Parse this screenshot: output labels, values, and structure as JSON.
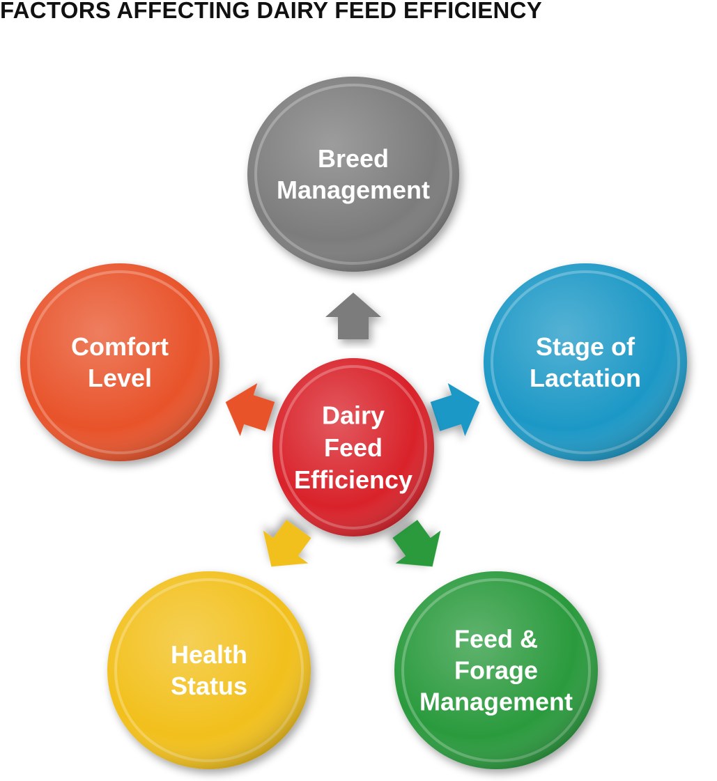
{
  "title": "FACTORS AFFECTING DAIRY FEED EFFICIENCY",
  "center": {
    "lines": [
      "Dairy",
      "Feed",
      "Efficiency"
    ],
    "color": "#d9232a"
  },
  "factors": [
    {
      "id": "breed",
      "lines": [
        "Breed",
        "Management"
      ],
      "color": "#7b7b7d"
    },
    {
      "id": "lactation",
      "lines": [
        "Stage of",
        "Lactation"
      ],
      "color": "#1b98c6"
    },
    {
      "id": "feed",
      "lines": [
        "Feed &",
        "Forage",
        "Management"
      ],
      "color": "#2b9a3c"
    },
    {
      "id": "health",
      "lines": [
        "Health",
        "Status"
      ],
      "color": "#f2c01c"
    },
    {
      "id": "comfort",
      "lines": [
        "Comfort",
        "Level"
      ],
      "color": "#e8522a"
    }
  ]
}
